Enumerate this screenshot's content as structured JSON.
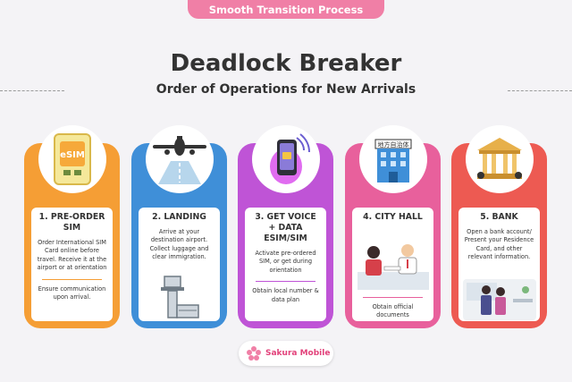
{
  "banner": "Smooth Transition Process",
  "title": "Deadlock Breaker",
  "subtitle": "Order of Operations for New Arrivals",
  "colors": {
    "orange": "#f59e35",
    "blue": "#3f8fd8",
    "purple": "#bf54d6",
    "pink": "#e8609c",
    "red": "#ed5a52",
    "accent": "#f07fa6"
  },
  "steps": [
    {
      "heading": "1. PRE-ORDER SIM",
      "desc": "Order International SIM Card online before travel. Receive it at the airport or at orientation",
      "note": "Ensure communication upon arrival.",
      "icon": "esim-card-icon",
      "icon_label": "eSIM"
    },
    {
      "heading": "2. LANDING",
      "desc": "Arrive at your destination airport. Collect luggage and clear immigration.",
      "note": "",
      "icon": "airplane-icon"
    },
    {
      "heading": "3. GET VOICE + DATA ESIM/SIM",
      "desc": "Activate pre-ordered SIM, or get during orientation",
      "note": "Obtain local number & data plan",
      "icon": "smartphone-icon"
    },
    {
      "heading": "4. CITY HALL",
      "desc": "",
      "note": "Obtain official documents",
      "icon": "city-hall-icon",
      "icon_label": "地方自治体"
    },
    {
      "heading": "5. BANK",
      "desc": "Open a bank account/ Present your Residence Card, and other relevant information.",
      "note": "",
      "icon": "bank-icon"
    }
  ],
  "logo": "Sakura Mobile"
}
